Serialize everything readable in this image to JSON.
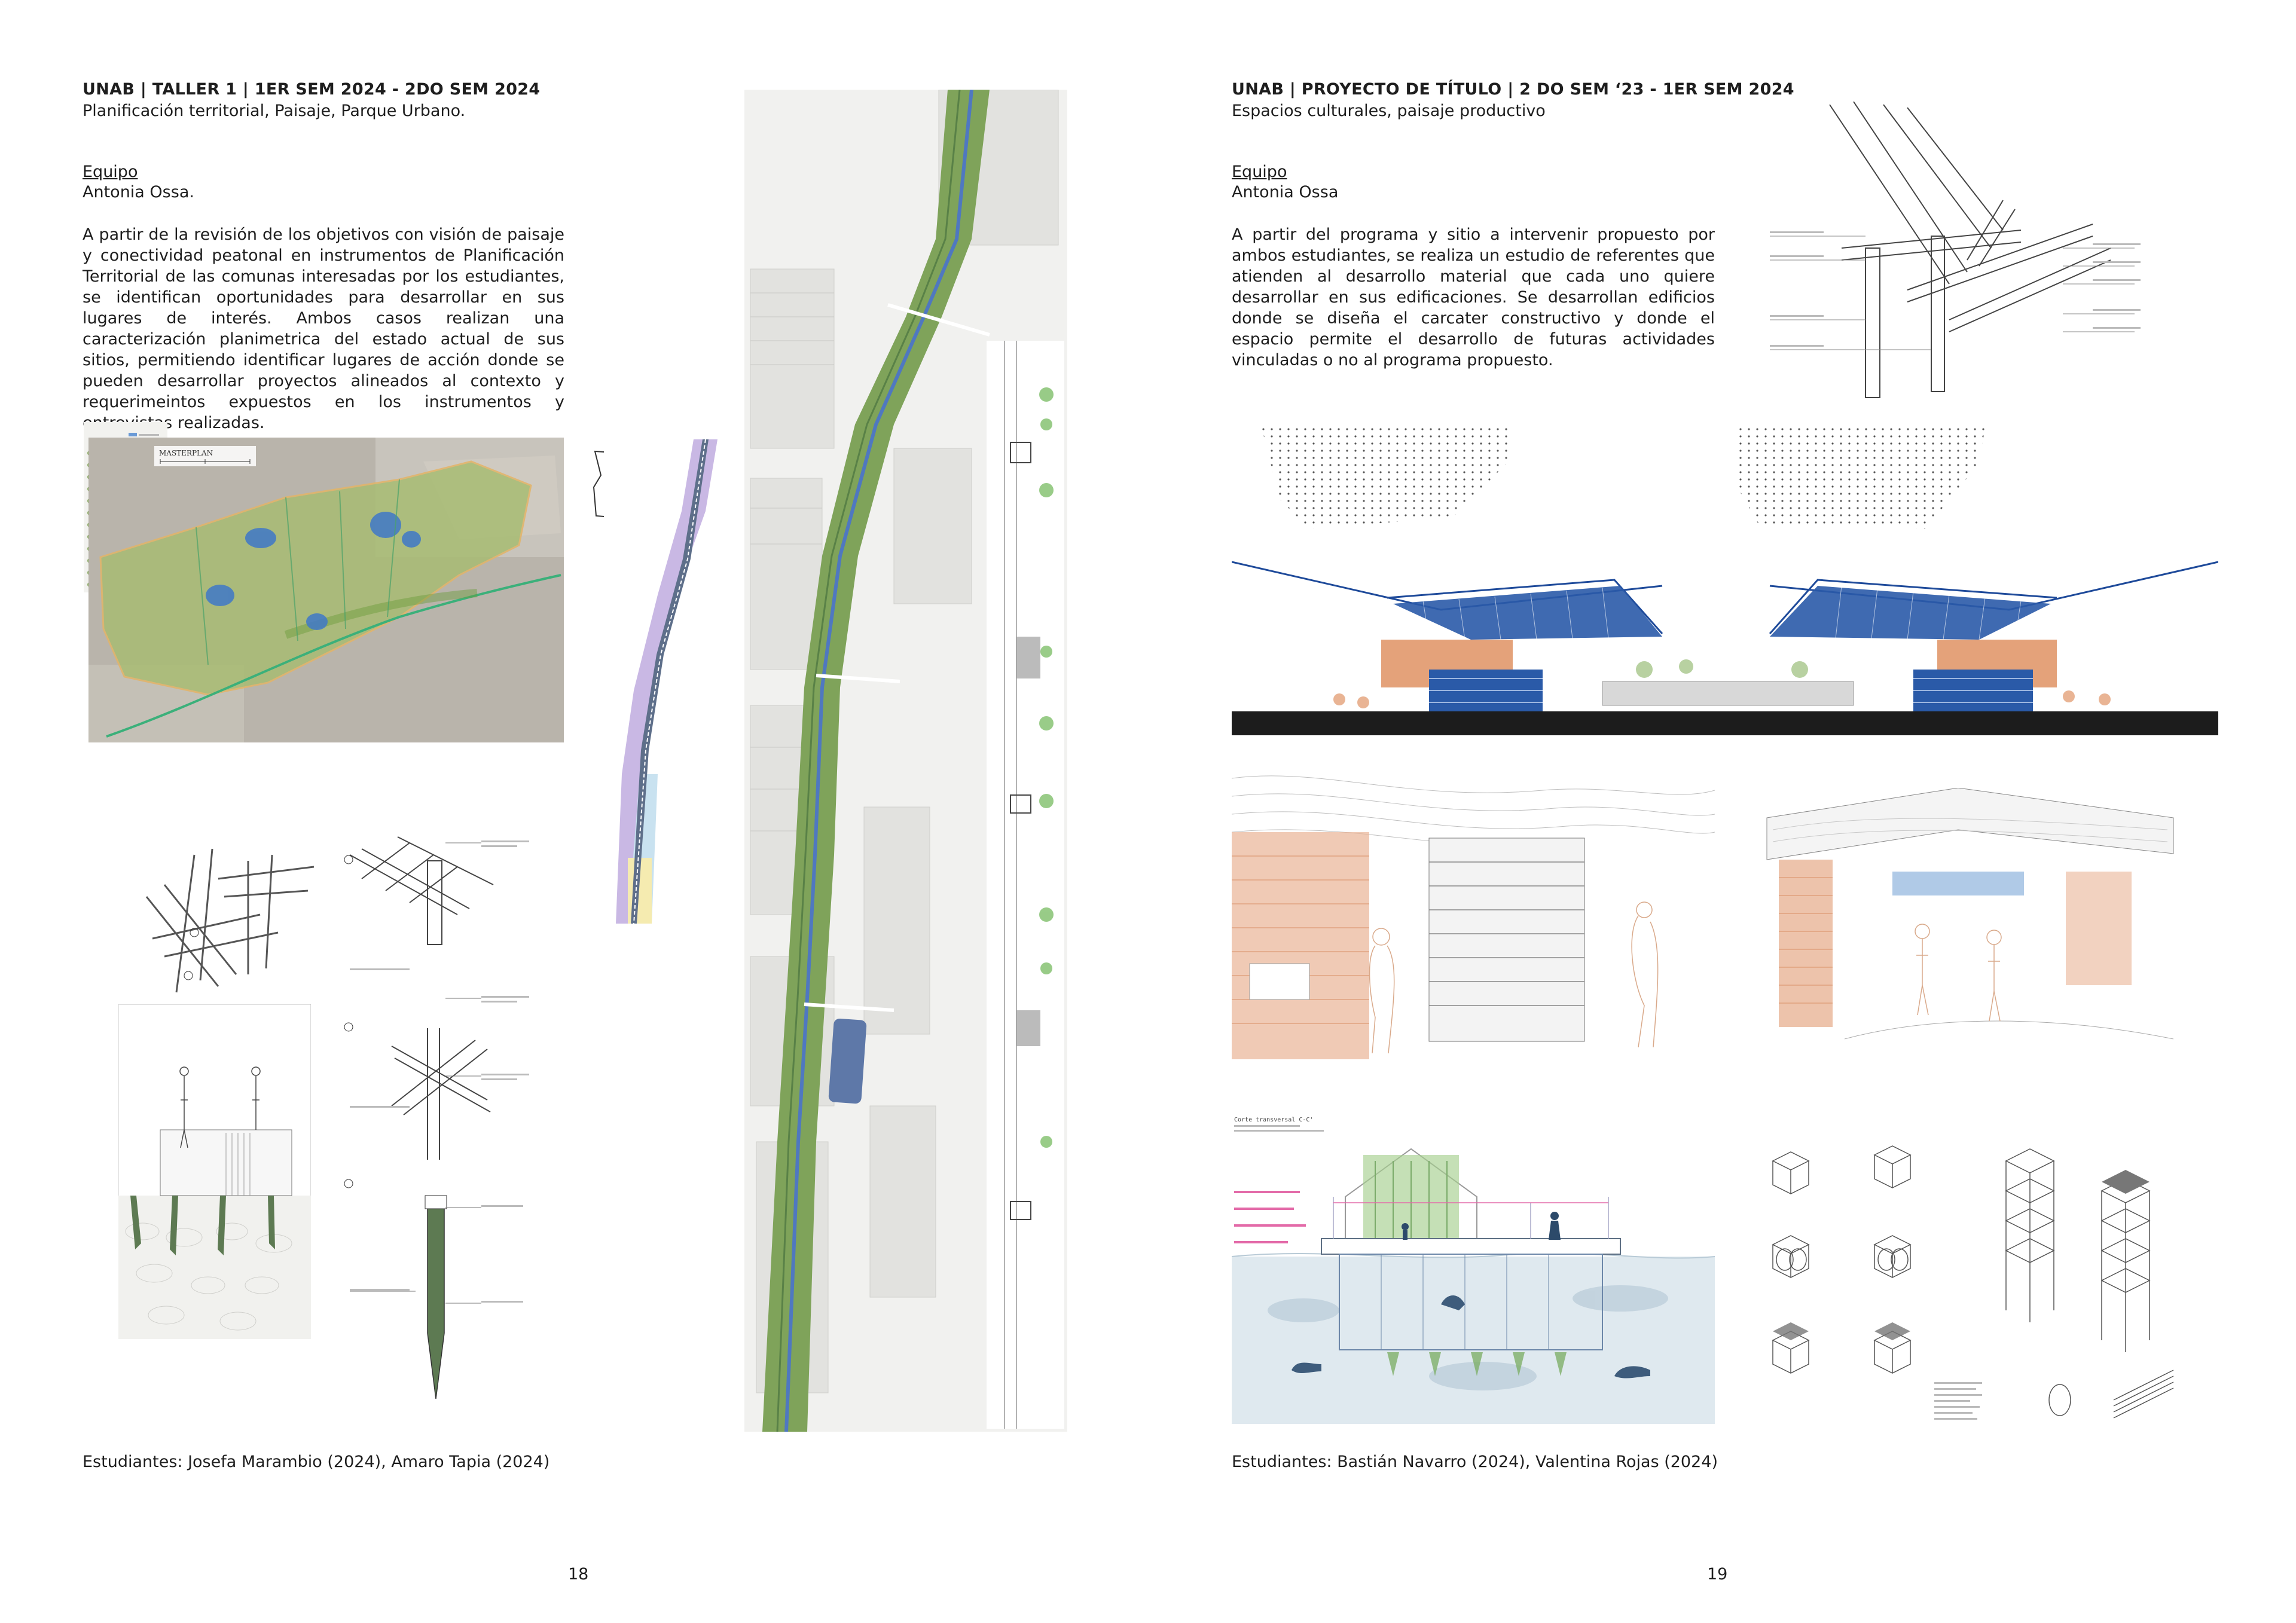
{
  "left_page": {
    "header": "UNAB | TALLER 1 | 1ER SEM 2024 - 2DO SEM 2024",
    "subheader": "Planificación territorial, Paisaje, Parque Urbano.",
    "section_label": "Equipo",
    "team_member": "Antonia Ossa.",
    "body": "A partir de la revisión de los objetivos con visión de paisaje y conectividad peatonal en  instrumentos de Planificación Territorial de las comunas interesadas por los estudiantes, se identifican oportunidades para desarrollar en sus lugares de interés. Ambos casos realizan una caracterización planimetrica del estado actual de sus sitios, permitiendo identificar lugares de acción donde se pueden desarrollar proyectos alineados al contexto y requerimeintos expuestos en los instrumentos y entrevistas realizadas.",
    "masterplan_label": "MASTERPLAN",
    "students": "Estudiantes: Josefa Marambio (2024), Amaro Tapia (2024)",
    "page_number": "18"
  },
  "right_page": {
    "header": "UNAB | PROYECTO DE TÍTULO | 2 DO SEM  ‘23 - 1ER SEM 2024",
    "subheader": " Espacios culturales, paisaje productivo",
    "section_label": "Equipo",
    "team_member": "Antonia Ossa",
    "body": "A partir del programa y sitio a intervenir propuesto por ambos estudiantes, se realiza un estudio de referentes que atienden al desarrollo material que cada uno quiere desarrollar en sus edificaciones. Se desarrollan edificios donde se diseña el carcater constructivo y donde el espacio permite el desarrollo de futuras actividades vinculadas o no al programa propuesto.",
    "section_title": "Corte transversal  C-C'",
    "students": "Estudiantes: Bastián Navarro  (2024), Valentina Rojas (2024)",
    "page_number": "19"
  },
  "colors": {
    "text": "#1e1e1e",
    "aerial_bg": "#b9b4ab",
    "park_green": "#9fb86a",
    "water_blue": "#3f78c8",
    "structure_blue": "#2a5aa8",
    "brick_orange": "#e4a27a",
    "post_green": "#5d7a52",
    "lilac": "#c9b8e4",
    "corridor_green": "#7fa35a"
  }
}
